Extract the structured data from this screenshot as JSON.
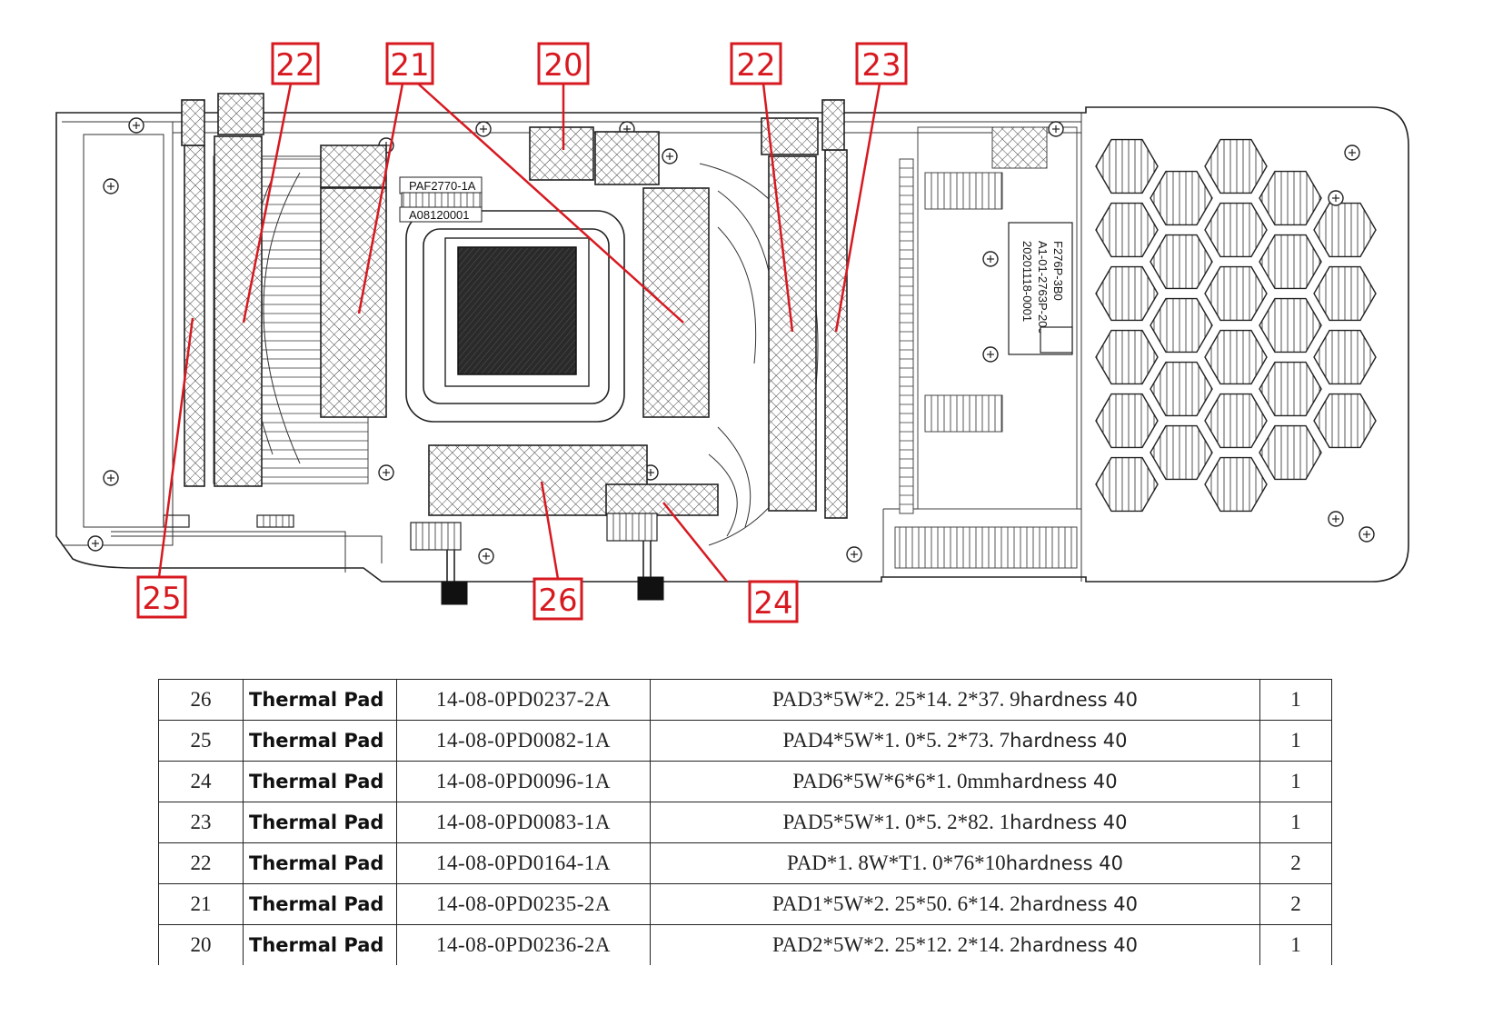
{
  "callouts": [
    {
      "id": "c22a",
      "number": "22"
    },
    {
      "id": "c21",
      "number": "21"
    },
    {
      "id": "c20",
      "number": "20"
    },
    {
      "id": "c22b",
      "number": "22"
    },
    {
      "id": "c23",
      "number": "23"
    },
    {
      "id": "c25",
      "number": "25"
    },
    {
      "id": "c26",
      "number": "26"
    },
    {
      "id": "c24",
      "number": "24"
    }
  ],
  "board_labels": {
    "model_label": "PAF2770-1A",
    "serial_label": "A08120001",
    "side_label_line1": "F276P-3B0",
    "side_label_line2": "A1-01-2763P-200",
    "side_label_line3": "20201118-0001"
  },
  "parts_table": {
    "rows": [
      {
        "no": "26",
        "name": "Thermal Pad",
        "part_number": "14-08-0PD0237-2A",
        "spec": "PAD3*5W*2. 25*14. 2*37. 9",
        "hardness": "hardness 40",
        "qty": "1"
      },
      {
        "no": "25",
        "name": "Thermal Pad",
        "part_number": "14-08-0PD0082-1A",
        "spec": "PAD4*5W*1. 0*5. 2*73. 7",
        "hardness": "hardness 40",
        "qty": "1"
      },
      {
        "no": "24",
        "name": "Thermal Pad",
        "part_number": "14-08-0PD0096-1A",
        "spec": "PAD6*5W*6*6*1. 0mm",
        "hardness": "hardness 40",
        "qty": "1"
      },
      {
        "no": "23",
        "name": "Thermal Pad",
        "part_number": "14-08-0PD0083-1A",
        "spec": "PAD5*5W*1. 0*5. 2*82. 1",
        "hardness": "hardness 40",
        "qty": "1"
      },
      {
        "no": "22",
        "name": "Thermal Pad",
        "part_number": "14-08-0PD0164-1A",
        "spec": "PAD*1. 8W*T1. 0*76*10",
        "hardness": "hardness 40",
        "qty": "2"
      },
      {
        "no": "21",
        "name": "Thermal Pad",
        "part_number": "14-08-0PD0235-2A",
        "spec": "PAD1*5W*2. 25*50. 6*14. 2",
        "hardness": "hardness 40",
        "qty": "2"
      },
      {
        "no": "20",
        "name": "Thermal Pad",
        "part_number": "14-08-0PD0236-2A",
        "spec": "PAD2*5W*2. 25*12. 2*14. 2",
        "hardness": "hardness 40",
        "qty": "1"
      }
    ]
  },
  "colors": {
    "callout": "#d71920",
    "line": "#222222",
    "die": "#2a2a2a"
  }
}
